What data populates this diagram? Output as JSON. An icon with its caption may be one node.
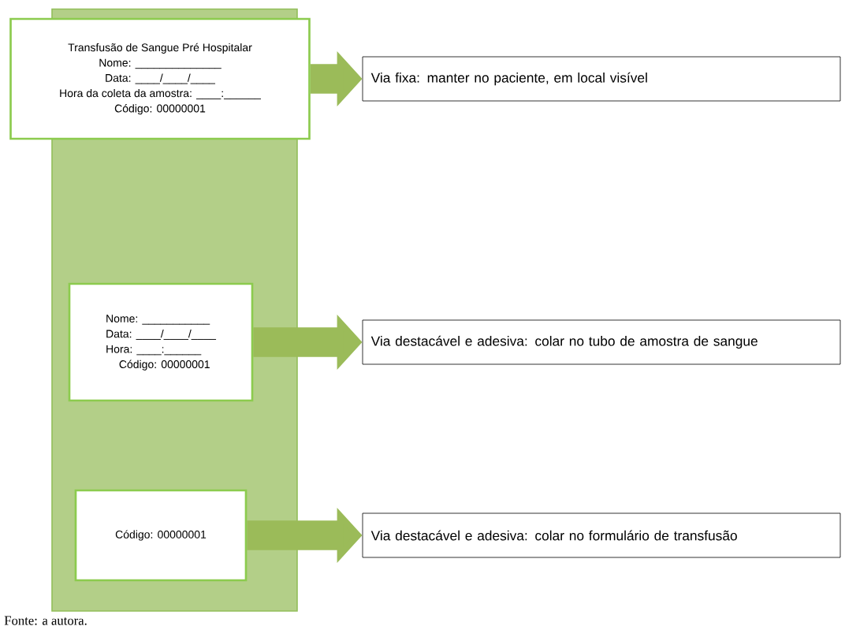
{
  "diagram": {
    "caption": "Fonte: a autora.",
    "nodes": [
      {
        "text": [],
        "shape": "bar"
      },
      {
        "text": [
          "Transfusão de Sangue Pré Hospitalar",
          "Nome: ______________",
          "Data: ____/____/____",
          "Hora da coleta da amostra: ____:______",
          "Código: 00000001"
        ]
      },
      {
        "text": [
          "Nome: ___________",
          "Data: ____/____/____",
          "Hora: ____:______",
          "Código: 00000001"
        ],
        "in": 0
      },
      {
        "text": [
          "Código: 00000001"
        ],
        "in": 0
      },
      {
        "text": [
          "Via fixa: manter no paciente, em local visível"
        ]
      },
      {
        "text": [
          "Via destacável e adesiva: colar no tubo de amostra de sangue"
        ]
      },
      {
        "text": [
          "Via destacável e adesiva: colar no formulário de transfusão"
        ]
      }
    ],
    "edges": [
      {
        "from": 1,
        "to": 4,
        "arrow": "to"
      },
      {
        "from": 2,
        "to": 5,
        "arrow": "to"
      },
      {
        "from": 3,
        "to": 6,
        "arrow": "to"
      }
    ]
  }
}
